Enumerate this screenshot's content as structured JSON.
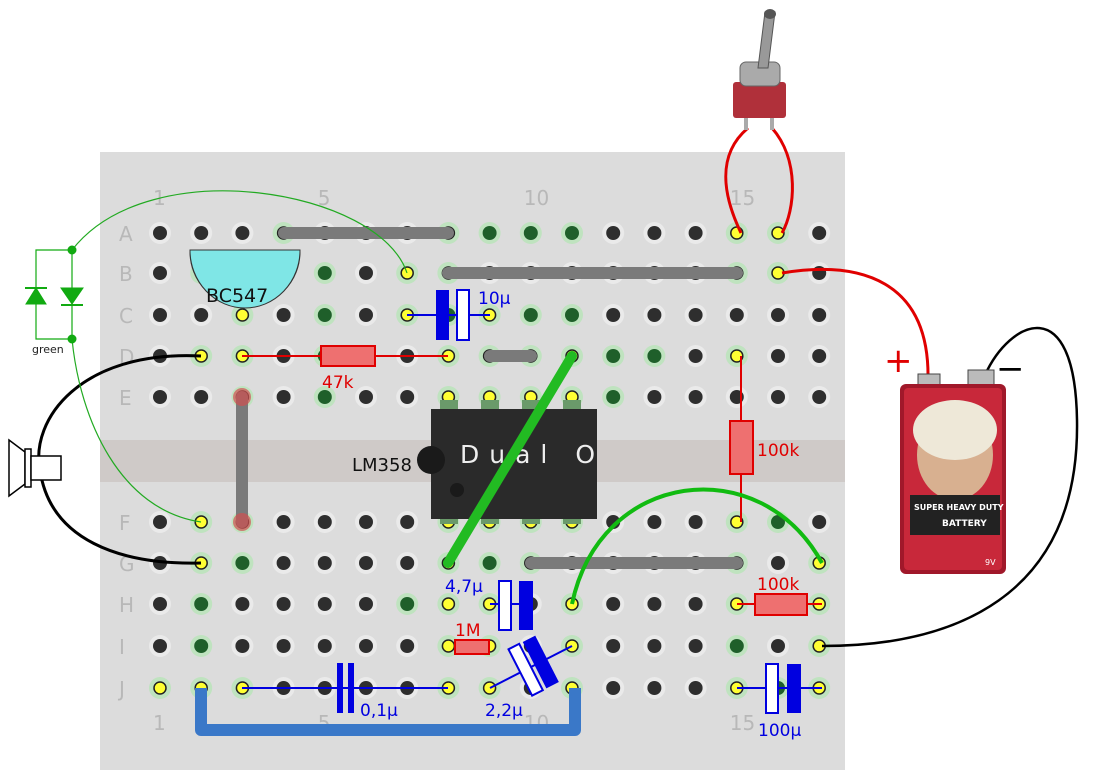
{
  "breadboard": {
    "rows": [
      "A",
      "B",
      "C",
      "D",
      "E",
      "F",
      "G",
      "H",
      "I",
      "J"
    ],
    "column_numbers_top": [
      "1",
      "5",
      "10",
      "15"
    ],
    "column_numbers_bottom": [
      "1",
      "5",
      "10",
      "15"
    ],
    "columns": 17
  },
  "components": {
    "transistor": {
      "label": "BC547",
      "color": "#7fe6e6"
    },
    "ic": {
      "label": "LM358",
      "marking": "Dual O"
    },
    "r_47k": {
      "label": "47k"
    },
    "r_100k_vertical": {
      "label": "100k"
    },
    "r_100k_horizontal": {
      "label": "100k"
    },
    "r_1m": {
      "label": "1M"
    },
    "c_10u": {
      "label": "10µ"
    },
    "c_4_7u": {
      "label": "4,7µ"
    },
    "c_2_2u": {
      "label": "2,2µ"
    },
    "c_0_1u": {
      "label": "0,1µ"
    },
    "c_100u": {
      "label": "100µ"
    },
    "led": {
      "label": "green"
    },
    "battery": {
      "plus": "+",
      "minus": "−",
      "line1": "SUPER HEAVY DUTY",
      "line2": "BATTERY",
      "voltage": "9V"
    }
  },
  "colors": {
    "resistor": "#e00000",
    "capacitor": "#0000e0",
    "wire_green": "#22bb22",
    "wire_blue": "#3a78c8",
    "jumper": "#888888",
    "board": "#dcdcdc"
  }
}
